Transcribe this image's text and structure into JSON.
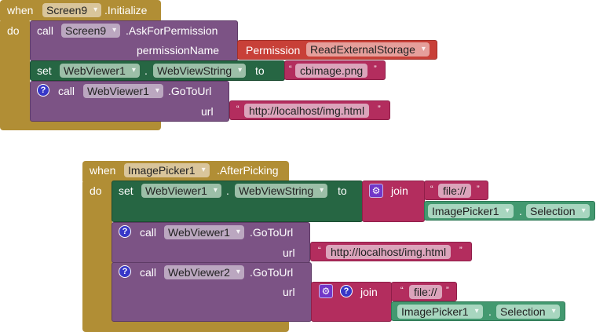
{
  "event1": {
    "when_label": "when",
    "component": "Screen9",
    "event": ".Initialize",
    "do_label": "do",
    "blocks": {
      "ask_permission": {
        "call_label": "call",
        "component": "Screen9",
        "method": ".AskForPermission",
        "param_label": "permissionName",
        "permission_label": "Permission",
        "permission_value": "ReadExternalStorage"
      },
      "set_string": {
        "set_label": "set",
        "component": "WebViewer1",
        "dot": ".",
        "property": "WebViewString",
        "to_label": "to",
        "value": "cbimage.png"
      },
      "goto_url": {
        "call_label": "call",
        "component": "WebViewer1",
        "method": ".GoToUrl",
        "param_label": "url",
        "value": "http://localhost/img.html"
      }
    }
  },
  "event2": {
    "when_label": "when",
    "component": "ImagePicker1",
    "event": ".AfterPicking",
    "do_label": "do",
    "blocks": {
      "set_string": {
        "set_label": "set",
        "component": "WebViewer1",
        "dot": ".",
        "property": "WebViewString",
        "to_label": "to",
        "join_label": "join",
        "join_text": "file://",
        "getter_component": "ImagePicker1",
        "getter_dot": ".",
        "getter_property": "Selection"
      },
      "goto_url_1": {
        "call_label": "call",
        "component": "WebViewer1",
        "method": ".GoToUrl",
        "param_label": "url",
        "value": "http://localhost/img.html"
      },
      "goto_url_2": {
        "call_label": "call",
        "component": "WebViewer2",
        "method": ".GoToUrl",
        "param_label": "url",
        "join_label": "join",
        "join_text": "file://",
        "getter_component": "ImagePicker1",
        "getter_dot": ".",
        "getter_property": "Selection"
      }
    }
  },
  "icons": {
    "quote_open": "“",
    "quote_close": "”",
    "help": "?",
    "gear": "⚙"
  }
}
